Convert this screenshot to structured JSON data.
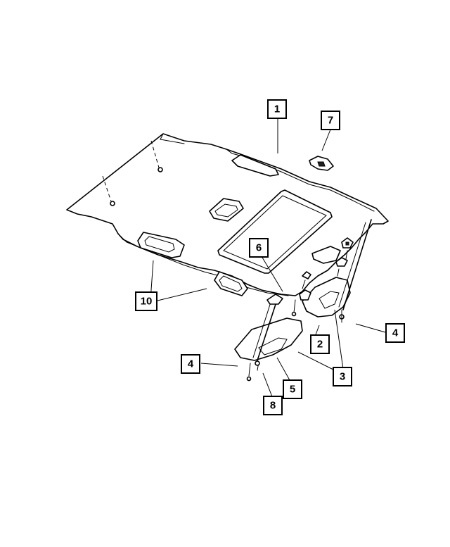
{
  "diagram": {
    "callouts": [
      {
        "id": "1",
        "label": "1"
      },
      {
        "id": "2",
        "label": "2"
      },
      {
        "id": "3",
        "label": "3"
      },
      {
        "id": "4a",
        "label": "4"
      },
      {
        "id": "4b",
        "label": "4"
      },
      {
        "id": "5",
        "label": "5"
      },
      {
        "id": "6",
        "label": "6"
      },
      {
        "id": "7",
        "label": "7"
      },
      {
        "id": "8",
        "label": "8"
      },
      {
        "id": "10",
        "label": "10"
      }
    ]
  }
}
